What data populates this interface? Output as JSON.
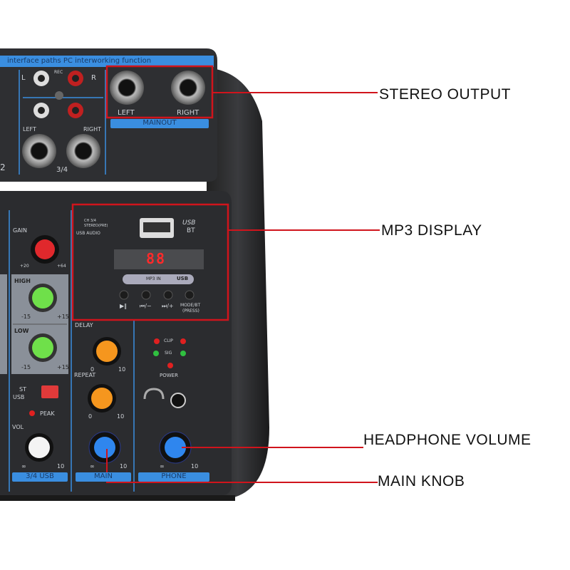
{
  "callouts": {
    "stereo_output": "STEREO OUTPUT",
    "mp3_display": "MP3 DISPLAY",
    "headphone_volume": "HEADPHONE VOLUME",
    "main_knob": "MAIN KNOB"
  },
  "device": {
    "top_banner": "interface paths PC interworking function",
    "rec": "REC",
    "l": "L",
    "r": "R",
    "left": "LEFT",
    "right": "RIGHT",
    "ch34": "3/4",
    "ch2": "2",
    "main_out_left": "LEFT",
    "main_out_right": "RIGHT",
    "main_out": "MAINOUT",
    "usb_audio_ch": "CH 3/4",
    "usb_audio_stereo": "STEREO(PRE)",
    "usb_audio": "USB AUDIO",
    "usb": "USB",
    "bt": "BT",
    "display_digits": "88",
    "mp3_in": "MP3 IN",
    "mp3_usb": "USB",
    "btn_play": "▶‖",
    "btn_prev": "⏮/−",
    "btn_next": "⏭/+",
    "btn_mode": "MODE/BT",
    "btn_press": "(PRESS)",
    "gain": "GAIN",
    "gain_min": "+20",
    "gain_max": "+64",
    "high": "HIGH",
    "low": "LOW",
    "eq_min": "-15",
    "eq_max": "+15",
    "st": "ST",
    "usb_sel": "USB",
    "peak": "PEAK",
    "vol": "VOL",
    "vol_min": "∞",
    "vol_max": "10",
    "ch34_usb": "3/4 USB",
    "delay": "DELAY",
    "repeat": "REPEAT",
    "zero": "0",
    "ten": "10",
    "clip": "CLIP",
    "sig": "SIG",
    "power": "POWER",
    "main": "MAIN",
    "phone": "PHONE"
  },
  "colors": {
    "body": "#2b2c2f",
    "panel_blue": "#3a8ee0",
    "callout_red": "#d0141c",
    "gain_knob": "#e0282c",
    "eq_knob": "#6fe04a",
    "delay_knob": "#f5961e",
    "main_knob": "#2f86ee"
  }
}
